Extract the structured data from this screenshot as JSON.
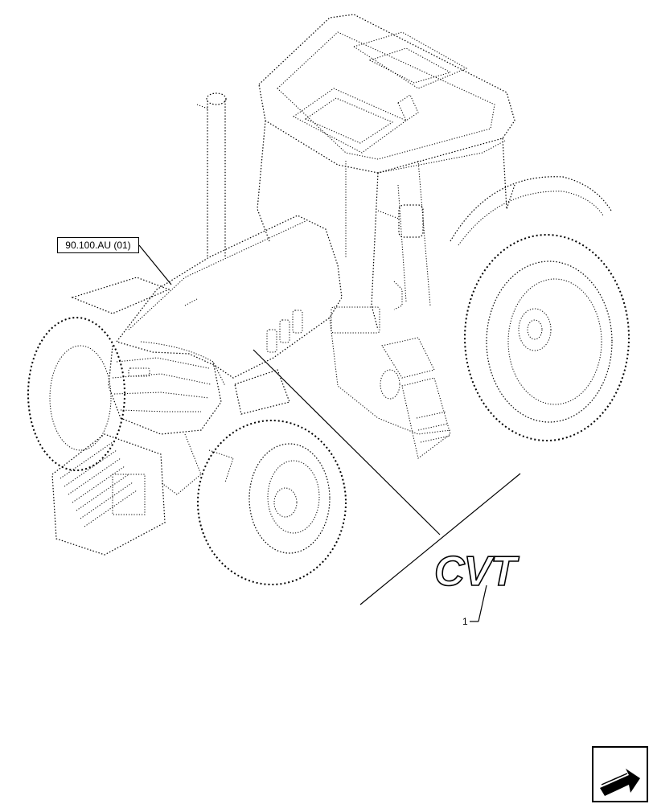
{
  "diagram": {
    "reference_label": "90.100.AU (01)",
    "decal_text": "CVT",
    "callout_number": "1"
  }
}
